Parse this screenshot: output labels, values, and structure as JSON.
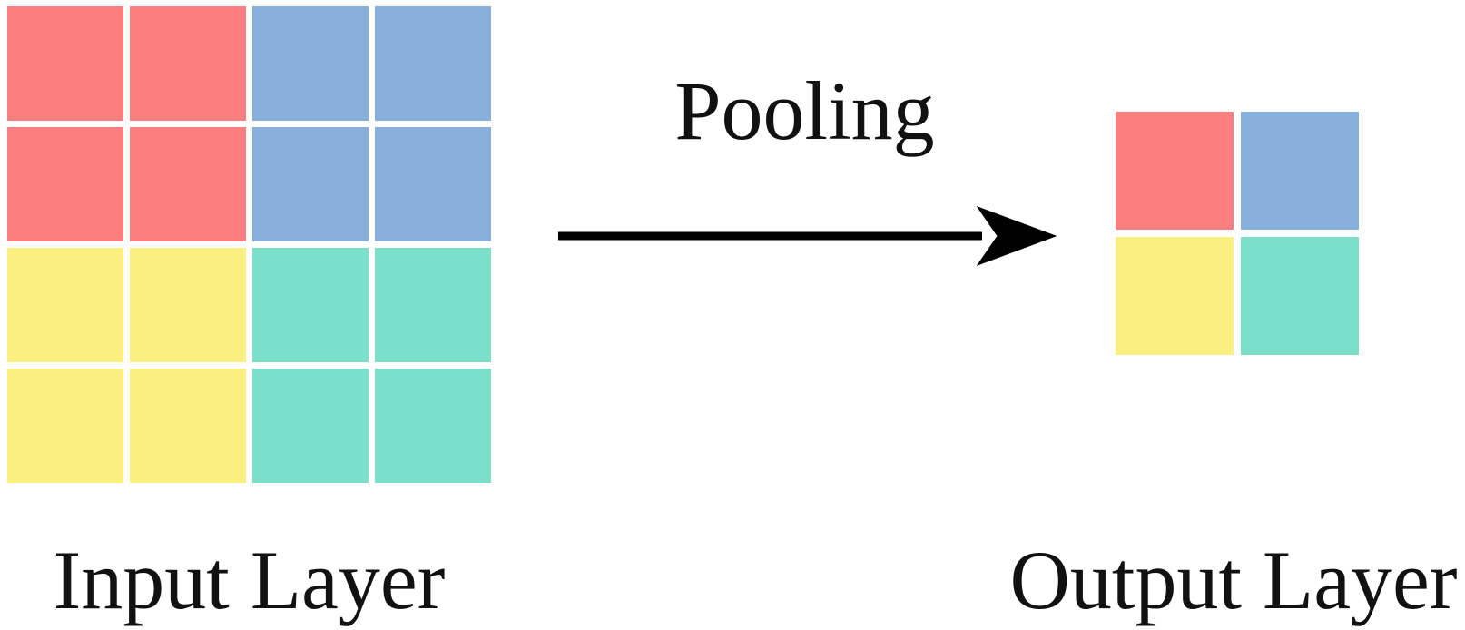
{
  "labels": {
    "pooling": "Pooling",
    "input": "Input Layer",
    "output": "Output Layer"
  },
  "colors": {
    "red": "#FC7E7E",
    "blue": "#88AEDB",
    "yellow": "#F9F07F",
    "teal": "#7BDFC9",
    "arrow": "#000000",
    "background": "#FFFFFF",
    "text": "#111111"
  },
  "input_grid": {
    "rows": 4,
    "cols": 4,
    "cells": [
      [
        "red",
        "red",
        "blue",
        "blue"
      ],
      [
        "red",
        "red",
        "blue",
        "blue"
      ],
      [
        "yellow",
        "yellow",
        "teal",
        "teal"
      ],
      [
        "yellow",
        "yellow",
        "teal",
        "teal"
      ]
    ]
  },
  "output_grid": {
    "rows": 2,
    "cols": 2,
    "cells": [
      [
        "red",
        "blue"
      ],
      [
        "yellow",
        "teal"
      ]
    ]
  }
}
